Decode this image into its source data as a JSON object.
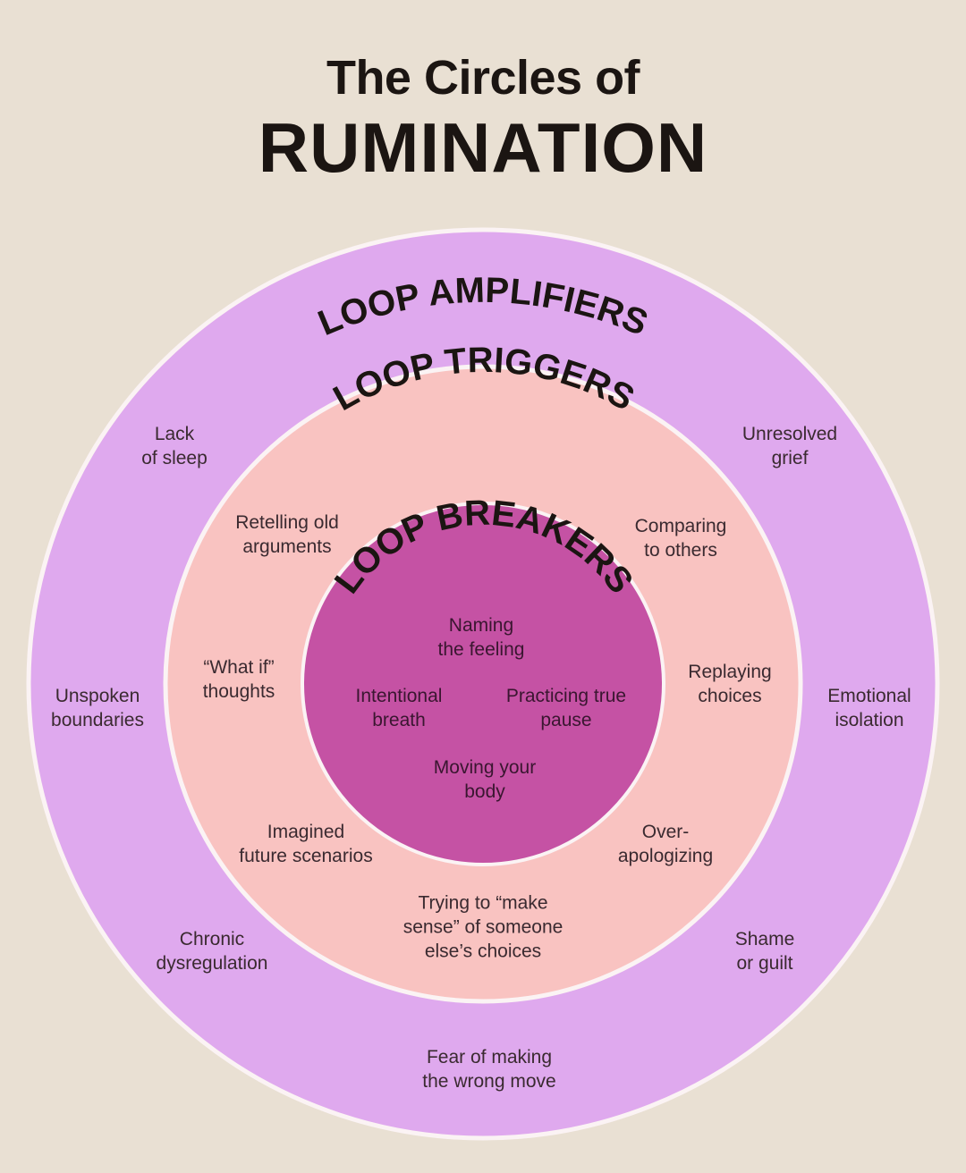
{
  "title": {
    "line1": "The Circles of",
    "line2": "RUMINATION"
  },
  "colors": {
    "background": "#e9e0d3",
    "outer_ring": "#dfa9ee",
    "middle_ring": "#f9c3c1",
    "inner_circle": "#c552a4",
    "ring_border": "#fbf3f4"
  },
  "rings": {
    "outer": {
      "heading": "LOOP AMPLIFIERS",
      "items": [
        "Lack\nof sleep",
        "Unresolved\ngrief",
        "Unspoken\nboundaries",
        "Emotional\nisolation",
        "Chronic\ndysregulation",
        "Shame\nor guilt",
        "Fear of making\nthe wrong move"
      ]
    },
    "middle": {
      "heading": "LOOP TRIGGERS",
      "items": [
        "Retelling old\narguments",
        "Comparing\nto others",
        "“What if”\nthoughts",
        "Replaying\nchoices",
        "Imagined\nfuture scenarios",
        "Over-\napologizing",
        "Trying to “make\nsense” of someone\nelse’s choices"
      ]
    },
    "inner": {
      "heading": "LOOP BREAKERS",
      "items": [
        "Naming\nthe feeling",
        "Intentional\nbreath",
        "Practicing true\npause",
        "Moving your\nbody"
      ]
    }
  }
}
